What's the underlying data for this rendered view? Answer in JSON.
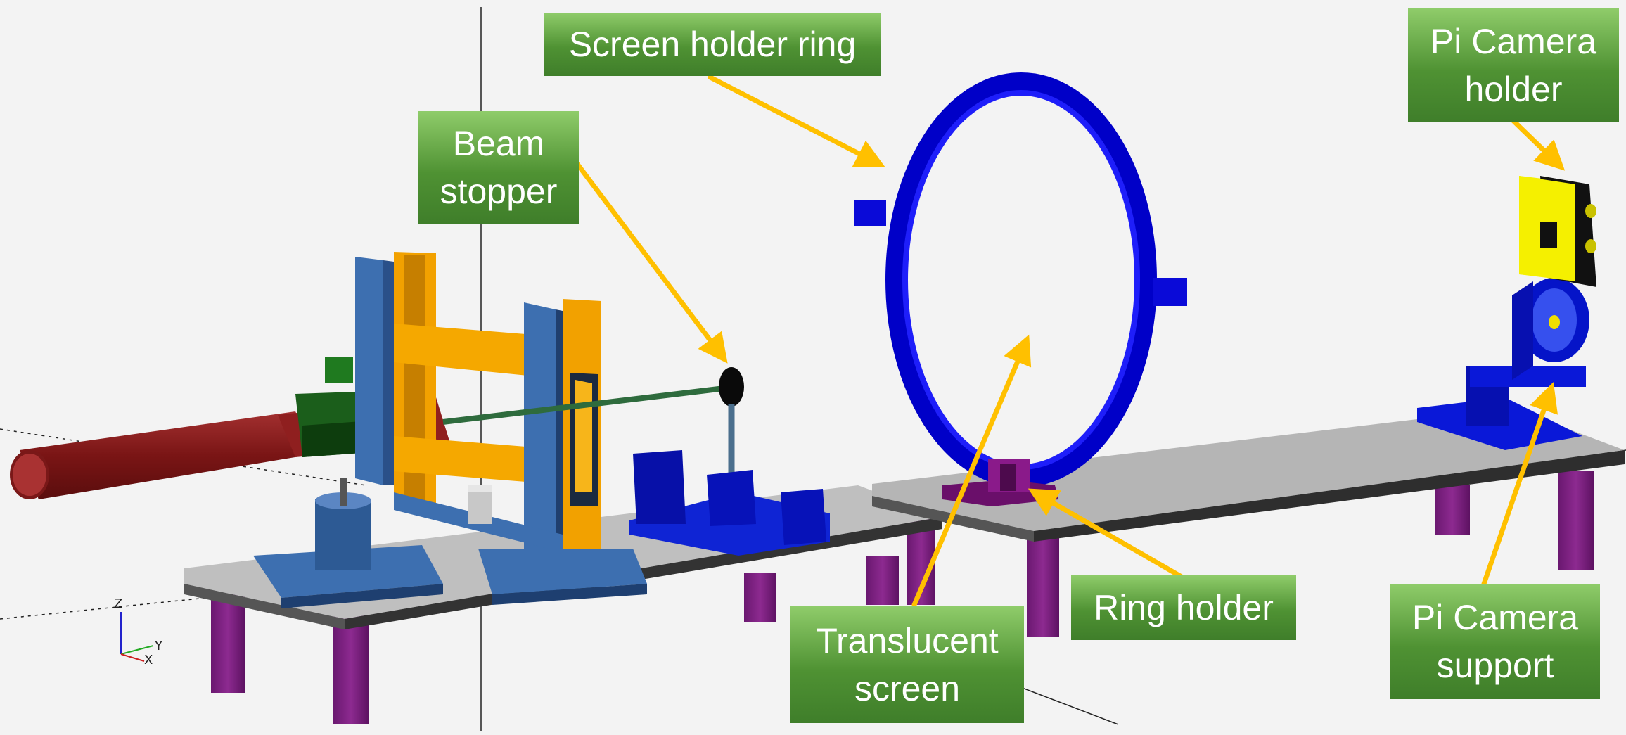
{
  "callouts": {
    "screen_holder_ring": "Screen holder ring",
    "beam_stopper": "Beam\nstopper",
    "pi_camera_holder": "Pi Camera\nholder",
    "translucent_screen": "Translucent\nscreen",
    "ring_holder": "Ring holder",
    "pi_camera_support": "Pi Camera\nsupport"
  },
  "axes": {
    "z": "Z",
    "y": "Y",
    "x": "X"
  },
  "colors": {
    "background": "#f3f3f3",
    "callout_green": "#4f9233",
    "arrow": "#ffc000",
    "ring_blue": "#0000ee",
    "frame_blue": "#3d6fb0",
    "frame_orange": "#f0a000",
    "laser_red": "#8b1a1a",
    "legs_purple": "#7d1f7d",
    "table_gray": "#b8b8b8",
    "camera_yellow": "#f5f000"
  }
}
